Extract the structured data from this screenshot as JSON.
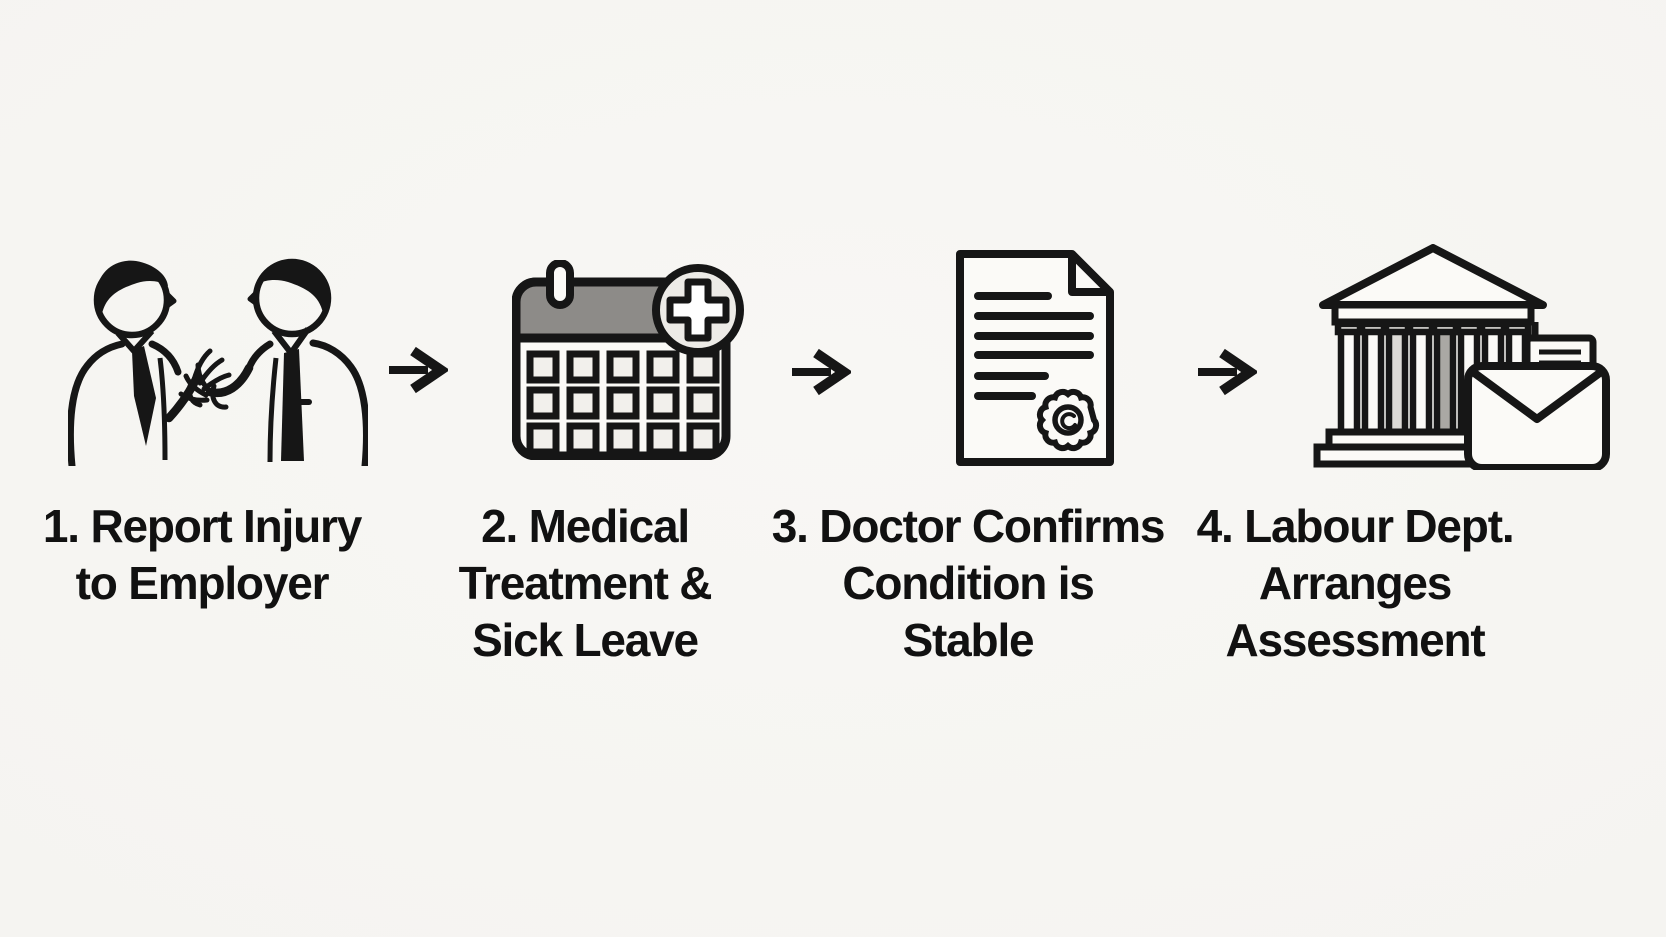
{
  "colors": {
    "bg": "#f5f4f1",
    "ink": "#161616",
    "paper": "#fbfaf7",
    "calendar_header": "#8d8b88",
    "cross_badge": "#edebe7",
    "column_light": "#dcdad6",
    "column_dark": "#aaa8a4",
    "text": "#111111"
  },
  "diagram": {
    "type": "process-flow",
    "arrow_glyph": "→",
    "steps": [
      {
        "number": "1",
        "caption": "1. Report Injury\nto Employer",
        "icon": "two-people-talking"
      },
      {
        "number": "2",
        "caption": "2. Medical\nTreatment &\nSick Leave",
        "icon": "medical-calendar"
      },
      {
        "number": "3",
        "caption": "3. Doctor Confirms\nCondition is\nStable",
        "icon": "sealed-document"
      },
      {
        "number": "4",
        "caption": "4. Labour Dept.\nArranges\nAssessment",
        "icon": "government-building-with-envelope"
      }
    ]
  }
}
